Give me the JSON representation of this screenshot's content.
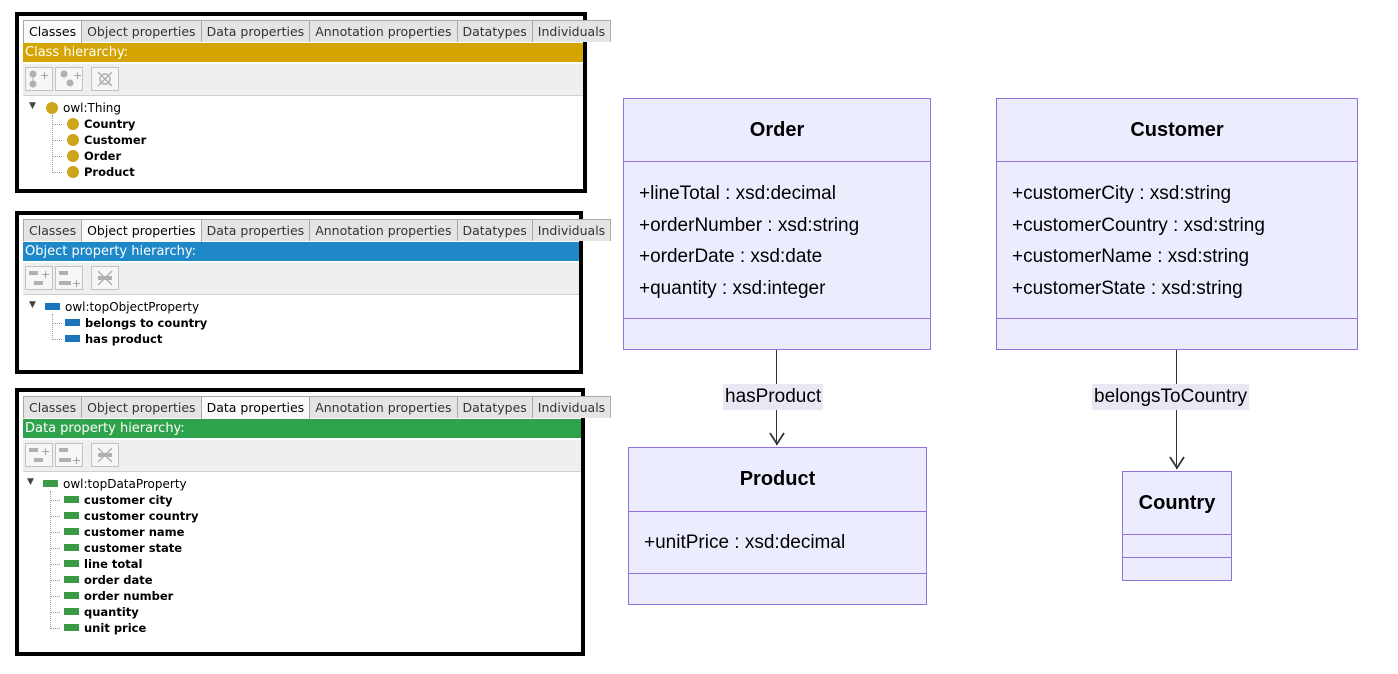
{
  "tabs": [
    "Classes",
    "Object properties",
    "Data properties",
    "Annotation properties",
    "Datatypes",
    "Individuals"
  ],
  "colors": {
    "class_header": "#d4a500",
    "object_header": "#1e88c8",
    "data_header": "#2fa24c",
    "uml_fill": "#ececff",
    "uml_border": "#9370db"
  },
  "class_panel": {
    "active_tab": "Classes",
    "header": "Class hierarchy:",
    "toolbar_icons": [
      "add-subclass-icon",
      "add-sibling-class-icon",
      "delete-class-icon"
    ],
    "root": "owl:Thing",
    "children": [
      "Country",
      "Customer",
      "Order",
      "Product"
    ]
  },
  "object_panel": {
    "active_tab": "Object properties",
    "header": "Object property hierarchy:",
    "toolbar_icons": [
      "add-sub-property-icon",
      "add-sibling-property-icon",
      "delete-property-icon"
    ],
    "root": "owl:topObjectProperty",
    "children": [
      "belongs to country",
      "has product"
    ]
  },
  "data_panel": {
    "active_tab": "Data properties",
    "header": "Data property hierarchy:",
    "toolbar_icons": [
      "add-sub-property-icon",
      "add-sibling-property-icon",
      "delete-property-icon"
    ],
    "root": "owl:topDataProperty",
    "children": [
      "customer city",
      "customer country",
      "customer name",
      "customer state",
      "line total",
      "order date",
      "order number",
      "quantity",
      "unit price"
    ]
  },
  "uml": {
    "classes": [
      {
        "id": "order",
        "name": "Order",
        "attributes": [
          "+lineTotal : xsd:decimal",
          "+orderNumber : xsd:string",
          "+orderDate : xsd:date",
          "+quantity : xsd:integer"
        ]
      },
      {
        "id": "customer",
        "name": "Customer",
        "attributes": [
          "+customerCity : xsd:string",
          "+customerCountry : xsd:string",
          "+customerName : xsd:string",
          "+customerState : xsd:string"
        ]
      },
      {
        "id": "product",
        "name": "Product",
        "attributes": [
          "+unitPrice : xsd:decimal"
        ]
      },
      {
        "id": "country",
        "name": "Country",
        "attributes": []
      }
    ],
    "relations": [
      {
        "from": "Order",
        "to": "Product",
        "label": "hasProduct"
      },
      {
        "from": "Customer",
        "to": "Country",
        "label": "belongsToCountry"
      }
    ]
  }
}
